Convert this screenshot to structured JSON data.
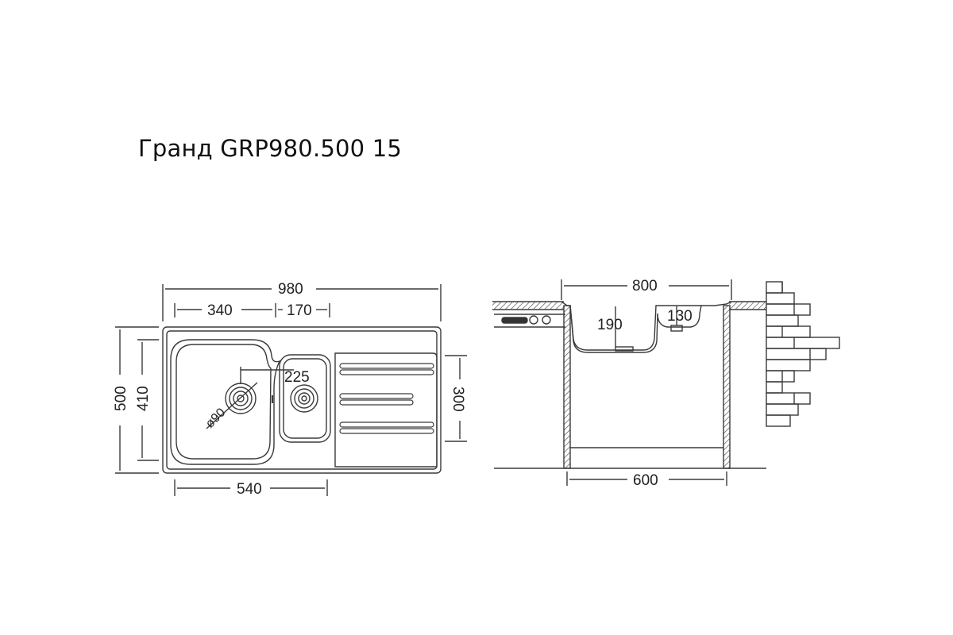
{
  "title": "Гранд GRP980.500 15",
  "top_view": {
    "overall_width": "980",
    "main_bowl_width": "340",
    "small_bowl_width": "170",
    "overall_depth": "500",
    "bowl_depth": "410",
    "drain_spacing": "225",
    "drain_diameter": "ø90",
    "drainer_depth": "300",
    "bottom_width": "540"
  },
  "side_view": {
    "top_width": "800",
    "main_bowl_depth": "190",
    "small_bowl_depth": "130",
    "cabinet_width": "600"
  },
  "colors": {
    "line": "#3a3a3a",
    "hatch": "#555555"
  }
}
